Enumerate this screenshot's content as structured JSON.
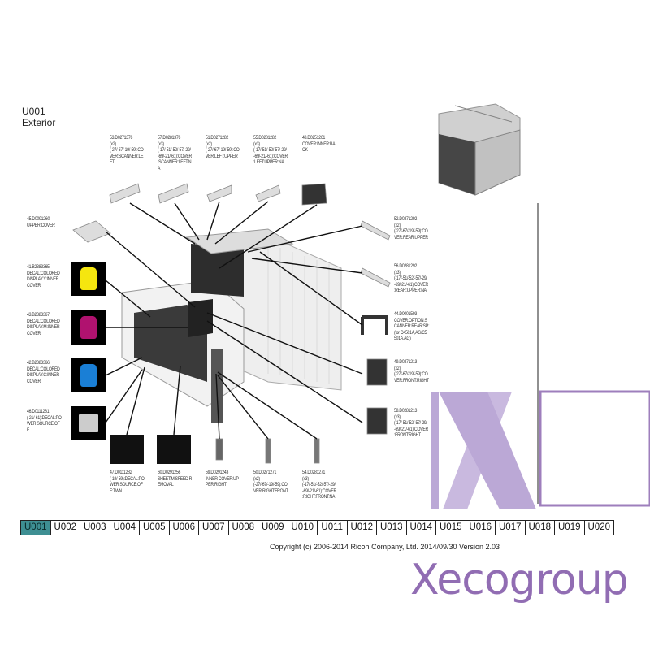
{
  "header": {
    "code": "U001",
    "title": "Exterior"
  },
  "parts": {
    "p53": {
      "num": "53.D0271376",
      "qty": "(x2)",
      "desc": "(-27/-67/-19/-59):CO\nVER:SCANNER:LE\nFT"
    },
    "p57": {
      "num": "57.D0281376",
      "qty": "(x3)",
      "desc": "(-17/-51/-52/-57/-29/\n-69/-21/-61):COVER\n:SCANNER:LEFT:N\nA"
    },
    "p51": {
      "num": "51.D0271282",
      "qty": "(x2)",
      "desc": "(-27/-67/-19/-59):CO\nVER:LEFT:UPPER"
    },
    "p55": {
      "num": "55.D0281282",
      "qty": "(x3)",
      "desc": "(-17/-51/-52/-57/-29/\n-69/-21/-61):COVER\n:LEFT:UPPER:NA"
    },
    "p48": {
      "num": "48.D0251261",
      "qty": "",
      "desc": "COVER:INNER:BA\nCK"
    },
    "p45": {
      "num": "45.D0091260",
      "qty": "",
      "desc": "UPPER COVER"
    },
    "p41": {
      "num": "41.B2383365",
      "qty": "",
      "desc": "DECAL:COLORED\nDISPLAY:Y:INNER\nCOVER"
    },
    "p43": {
      "num": "43.B2383367",
      "qty": "",
      "desc": "DECAL:COLORED\nDISPLAY:M:INNER\nCOVER"
    },
    "p42": {
      "num": "42.B2383366",
      "qty": "",
      "desc": "DECAL:COLORED\nDISPLAY:C:INNER\nCOVER"
    },
    "p46": {
      "num": "46.D0111281",
      "qty": "",
      "desc": "(-21/-61):DECAL:PO\nWER SOURCE:OF\nF"
    },
    "p52": {
      "num": "52.D0271292",
      "qty": "(x2)",
      "desc": "(-27/-67/-19/-59):CO\nVER:REAR:UPPER"
    },
    "p56": {
      "num": "56.D0281292",
      "qty": "(x3)",
      "desc": "(-17/-51/-52/-57/-29/\n-69/-21/-61):COVER\n:REAR:UPPER:NA"
    },
    "p44": {
      "num": "44.D0001593",
      "qty": "",
      "desc": "COVER:OPTION:S\nCANNER:REAR:SP:\n(for C4501A,AG/C5\n501A,AG)"
    },
    "p49": {
      "num": "49.D0271213",
      "qty": "(x2)",
      "desc": "(-27/-67/-19/-59):CO\nVER:FRONT:RIGHT"
    },
    "p58": {
      "num": "58.D0281213",
      "qty": "(x3)",
      "desc": "(-17/-51/-52/-57/-29/\n-69/-21/-61):COVER\n:FRONT:RIGHT"
    },
    "p47": {
      "num": "47.D0111282",
      "qty": "",
      "desc": "(-19/-59):DECAL:PO\nWER SOURCE:OF\nF:TWN"
    },
    "p60": {
      "num": "60.D0291256",
      "qty": "",
      "desc": "SHEET:MISFEED R\nEMOVAL"
    },
    "p59": {
      "num": "59.D0291243",
      "qty": "",
      "desc": "INNER COVER:UP\nPER:RIGHT"
    },
    "p50": {
      "num": "50.D0271271",
      "qty": "(x2)",
      "desc": "(-27/-67/-19/-59):CO\nVER:RIGHT:FRONT"
    },
    "p54": {
      "num": "54.D0281271",
      "qty": "(x3)",
      "desc": "(-17/-51/-52/-57/-29/\n-69/-21/-61):COVER\n:RIGHT:FRONT:NA"
    }
  },
  "decal_colors": {
    "yellow": "#f5e60f",
    "magenta": "#b0126f",
    "cyan": "#1a7fd6"
  },
  "tabs": [
    "U001",
    "U002",
    "U003",
    "U004",
    "U005",
    "U006",
    "U007",
    "U008",
    "U009",
    "U010",
    "U011",
    "U012",
    "U013",
    "U014",
    "U015",
    "U016",
    "U017",
    "U018",
    "U019",
    "U020"
  ],
  "active_tab": "U001",
  "footer": {
    "copyright": "Copyright (c) 2006-2014 Ricoh Company, Ltd.    2014/09/30 Version 2.03"
  },
  "watermark": {
    "text": "Xecogroup",
    "color": "#7e54a6"
  }
}
